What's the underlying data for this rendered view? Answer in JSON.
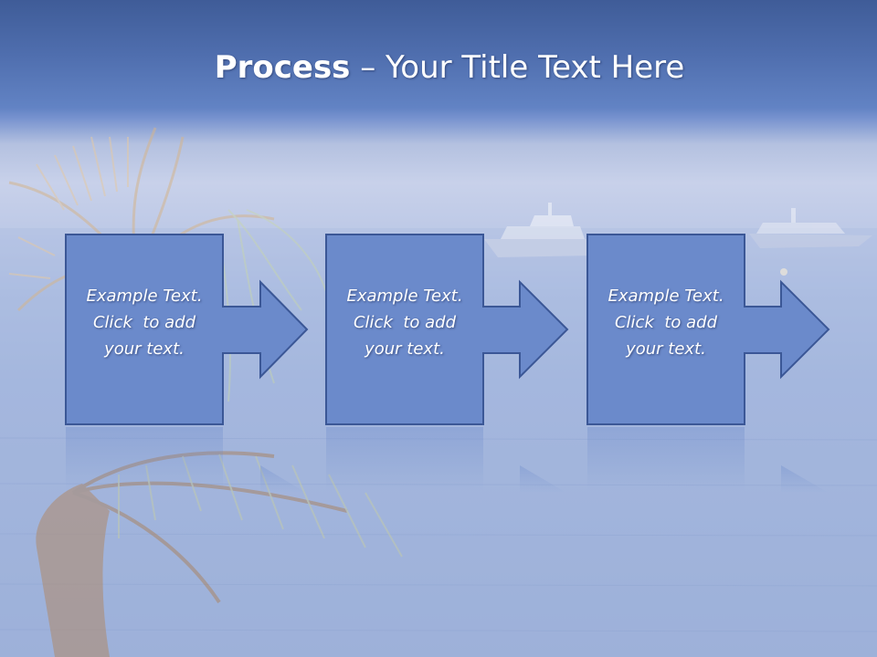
{
  "slide": {
    "title_bold": "Process",
    "title_rest": " – Your Title Text Here"
  },
  "steps": [
    {
      "text_line1": "Example Text.",
      "text_line2": "Click  to add",
      "text_line3": "your text."
    },
    {
      "text_line1": "Example Text.",
      "text_line2": "Click  to add",
      "text_line3": "your text."
    },
    {
      "text_line1": "Example Text.",
      "text_line2": "Click  to add",
      "text_line3": "your text."
    }
  ],
  "colors": {
    "header_blue": "#4f6eae",
    "shape_fill": "#6b8acb",
    "shape_stroke": "#3b5796",
    "sea": "#9db1da"
  },
  "icons": [
    "palm-tree-image",
    "yacht-image",
    "arrow-right-shape"
  ]
}
